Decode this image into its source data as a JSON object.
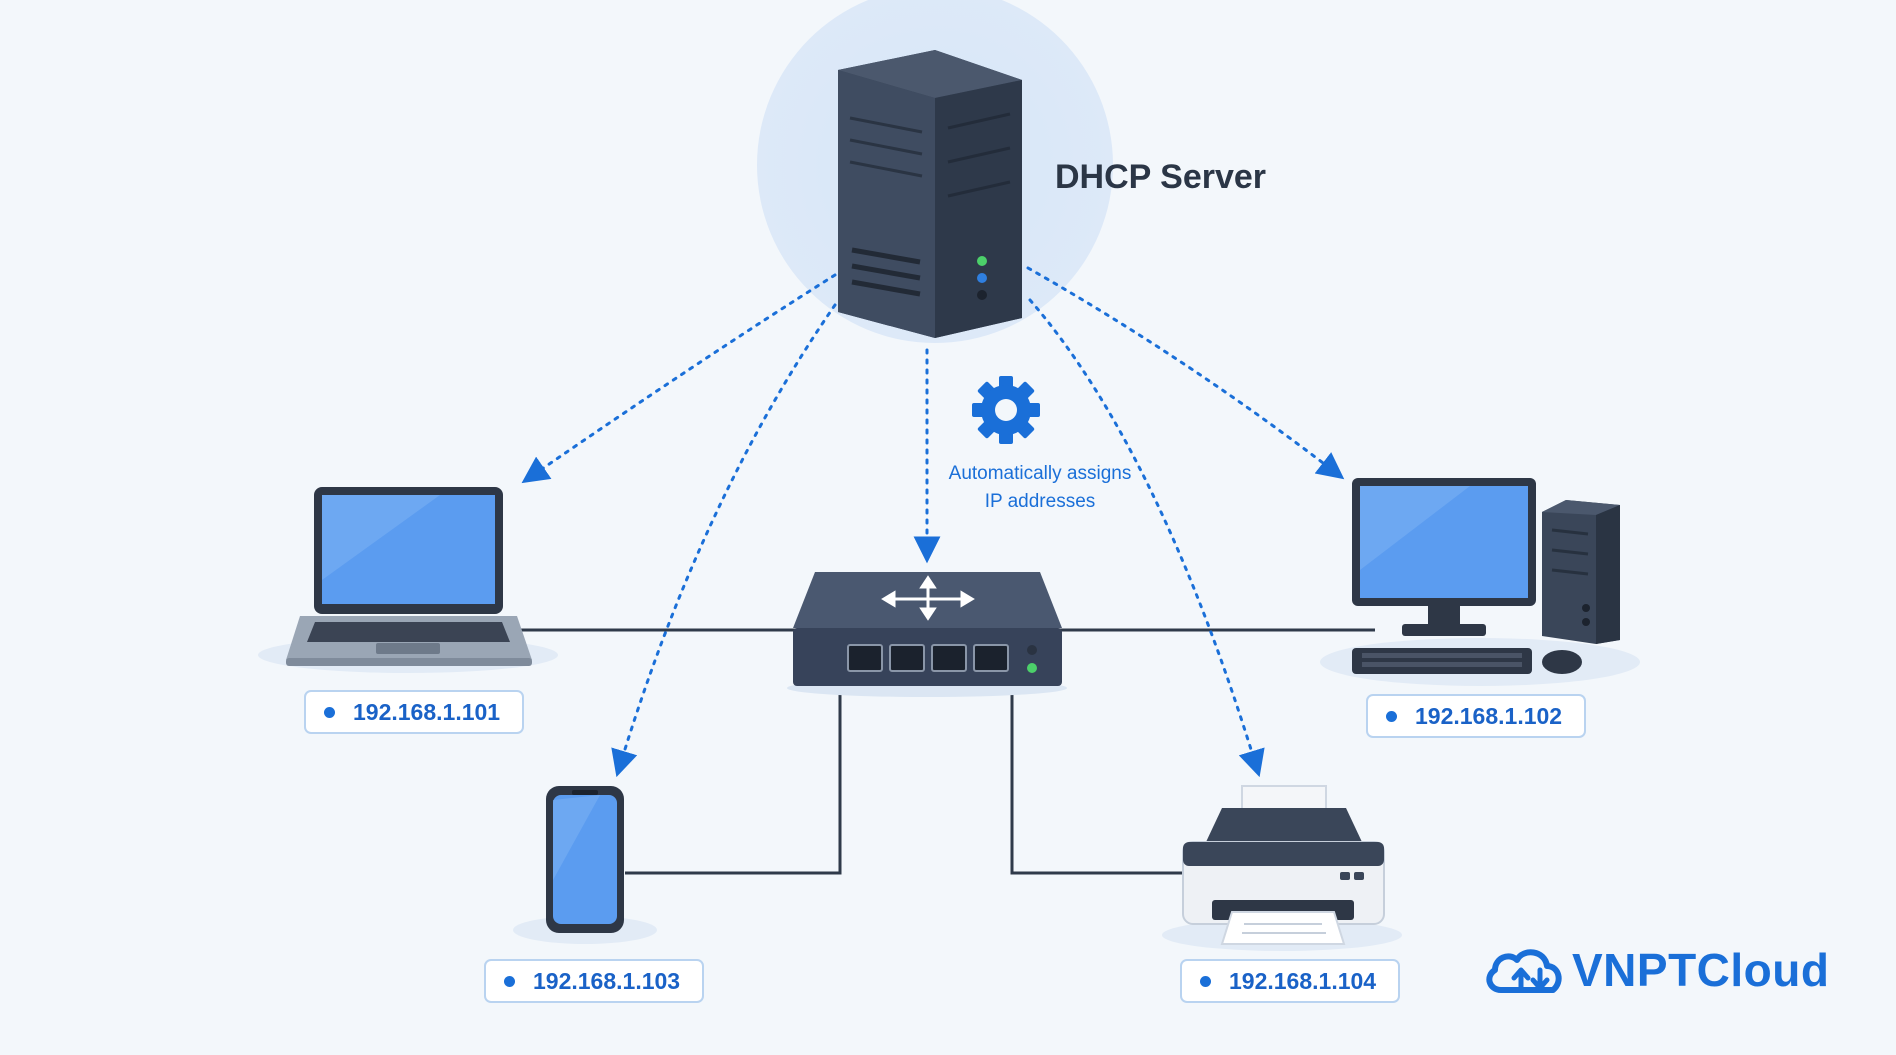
{
  "server": {
    "label": "DHCP Server"
  },
  "annotation": {
    "line1": "Automatically assigns",
    "line2": "IP addresses"
  },
  "devices": {
    "laptop": {
      "ip": "192.168.1.101"
    },
    "desktop": {
      "ip": "192.168.1.102"
    },
    "phone": {
      "ip": "192.168.1.103"
    },
    "printer": {
      "ip": "192.168.1.104"
    }
  },
  "brand": {
    "name": "VNPTCloud"
  },
  "colors": {
    "accent": "#1a6fd8",
    "device_dark": "#3d4a5e",
    "screen": "#5b9cf0",
    "background": "#f3f7fb"
  },
  "icons": [
    "server-icon",
    "switch-icon",
    "gear-icon",
    "laptop-icon",
    "desktop-icon",
    "phone-icon",
    "printer-icon",
    "cloud-icon"
  ]
}
